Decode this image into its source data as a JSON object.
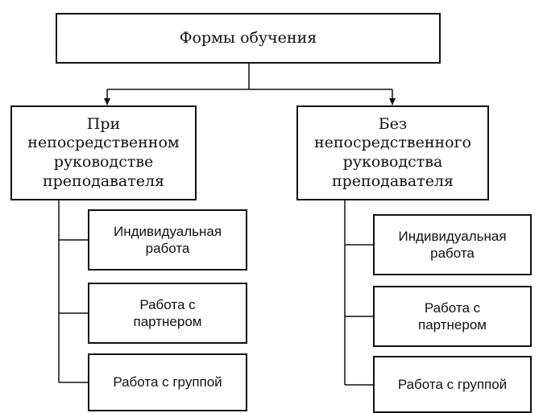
{
  "diagram": {
    "root": {
      "label": "Формы обучения"
    },
    "categories": [
      {
        "label": "При\nнепосредственном\nруководстве\nпреподавателя",
        "children": [
          {
            "label": "Индивидуальная\nработа"
          },
          {
            "label": "Работа с\nпартнером"
          },
          {
            "label": "Работа с группой"
          }
        ]
      },
      {
        "label": "Без\nнепосредственного\nруководства\nпреподавателя",
        "children": [
          {
            "label": "Индивидуальная\nработа"
          },
          {
            "label": "Работа с\nпартнером"
          },
          {
            "label": "Работа с группой"
          }
        ]
      }
    ]
  },
  "colors": {
    "stroke": "#111111",
    "background": "#ffffff"
  }
}
